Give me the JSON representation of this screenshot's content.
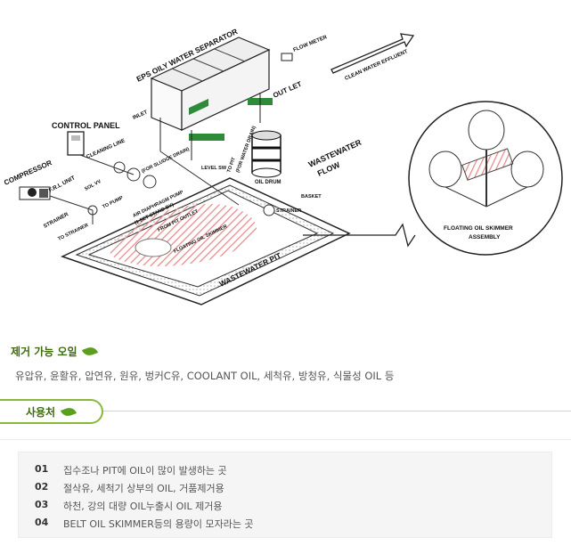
{
  "diagram": {
    "labels": {
      "eps_title": "EPS OILY WATER SEPARATOR",
      "flow_meter": "FLOW METER",
      "clean_water": "CLEAN WATER EFFLUENT",
      "outlet": "OUT LET",
      "inlet": "INLET",
      "control_panel": "CONTROL PANEL",
      "cleaning_line": "CLEANING LINE",
      "compressor": "COMPRESSOR",
      "frl_unit": "F.R.L UNIT",
      "sol_valve": "SOL VV",
      "to_pit": "TO PIT",
      "for_water_drain": "(FOR WATER DRAIN)",
      "oil_drum": "OIL DRUM",
      "for_sludge_drain": "(FOR SLUDGE DRAIN)",
      "level_sw": "LEVEL SW",
      "to_pump": "TO PUMP",
      "strainer": "STRAINER",
      "to_strainer": "TO STRAINER",
      "air_diaphragm_pump": "AIR DIAPHRAGM PUMP",
      "set_stand_by": "(1 SET STAND BY)",
      "from_pit_outlet": "FROM PIT OUTLET",
      "floating_oil_skimmer": "FLOATING OIL SKIMMER",
      "basket": "BASKET",
      "basket_strainer": "STRAINER",
      "wastewater_pit": "WASTEWATER PIT",
      "wastewater_flow_1": "WASTEWATER",
      "wastewater_flow_2": "FLOW",
      "assembly_1": "FLOATING OIL SKIMMER",
      "assembly_2": "ASSEMBLY"
    }
  },
  "oils": {
    "title": "제거 가능 오일",
    "list": "유압유, 윤활유, 압연유, 원유, 벙커C유, COOLANT OIL, 세척유, 방청유, 식물성 OIL 등"
  },
  "usage": {
    "tab_label": "사용처",
    "items": [
      {
        "num": "01",
        "text": "집수조나 PIT에 OIL이 많이 발생하는 곳"
      },
      {
        "num": "02",
        "text": "절삭유, 세척기 상부의 OIL, 거품제거용"
      },
      {
        "num": "03",
        "text": "하천, 강의 대량 OIL누출시 OIL 제거용"
      },
      {
        "num": "04",
        "text": "BELT OIL SKIMMER등의 용량이 모자라는 곳"
      }
    ]
  },
  "colors": {
    "accent_green": "#3d6b0d",
    "leaf": "#5aa01e",
    "pit_hatch": "#e88a8a",
    "panel_green": "#2e8b3a"
  }
}
